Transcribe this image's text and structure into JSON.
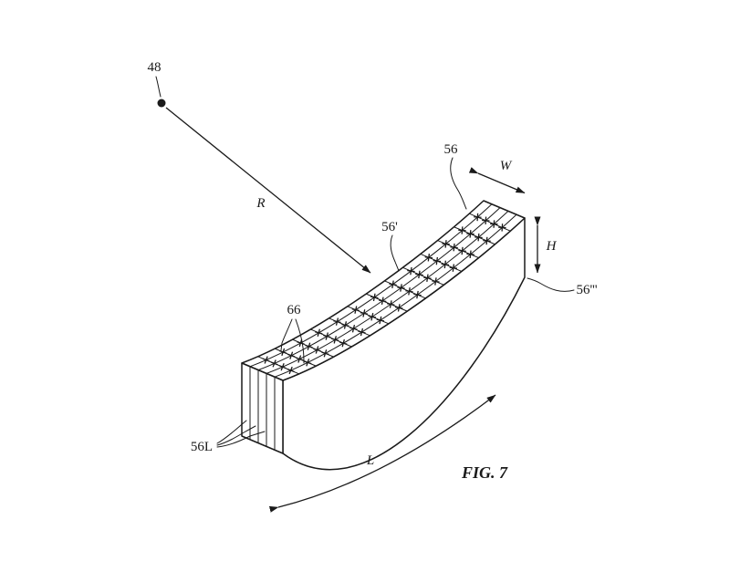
{
  "figure": {
    "caption": "FIG. 7",
    "labels": {
      "ref_48": "48",
      "radius": "R",
      "ref_56": "56",
      "width": "W",
      "height": "H",
      "ref_56_prime": "56'",
      "ref_56_triple_prime": "56'''",
      "ref_66": "66",
      "ref_56L": "56L",
      "length": "L"
    }
  },
  "colors": {
    "ink": "#1a1a1a",
    "background": "#ffffff"
  }
}
